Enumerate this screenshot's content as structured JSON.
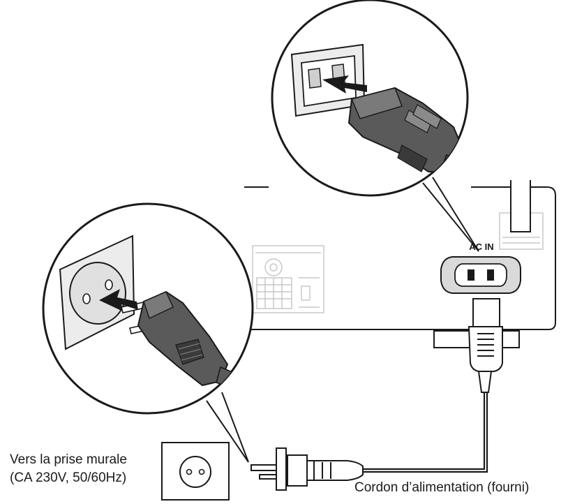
{
  "labels": {
    "wall_outlet_line1": "Vers la prise murale",
    "wall_outlet_line2": "(CA 230V, 50/60Hz)",
    "power_cord": "Cordon d’alimentation (fourni)",
    "ac_in": "AC IN"
  },
  "icons": [
    "wall-socket-icon",
    "euro-plug-icon",
    "iec-plug-icon",
    "iec-inlet-icon",
    "insert-arrow-icon"
  ],
  "colors": {
    "line": "#1a1a1a",
    "plug_body": "#5a5a5a",
    "plug_dark": "#3a3a3a",
    "socket_face": "#e6e6e6",
    "faded_print": "#c8c8c8"
  }
}
